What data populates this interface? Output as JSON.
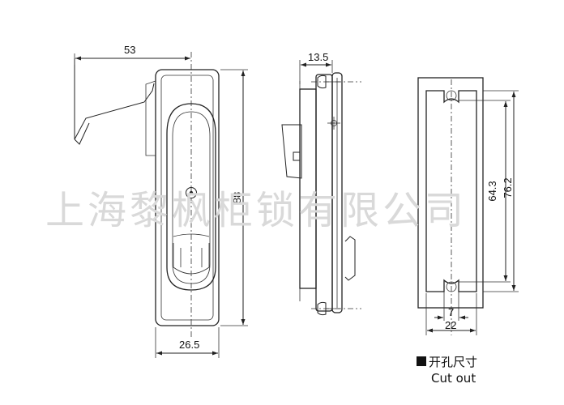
{
  "watermark": "上海黎枫柜锁有限公司",
  "dimensions": {
    "front_top_width": "53",
    "front_height": "88",
    "front_bottom_width": "26.5",
    "side_depth": "13.5",
    "cutout_inner": "64.3",
    "cutout_outer": "76.2",
    "cutout_slot": "7",
    "cutout_width": "22"
  },
  "legend": {
    "title_cn": "开孔尺寸",
    "title_en": "Cut out"
  }
}
